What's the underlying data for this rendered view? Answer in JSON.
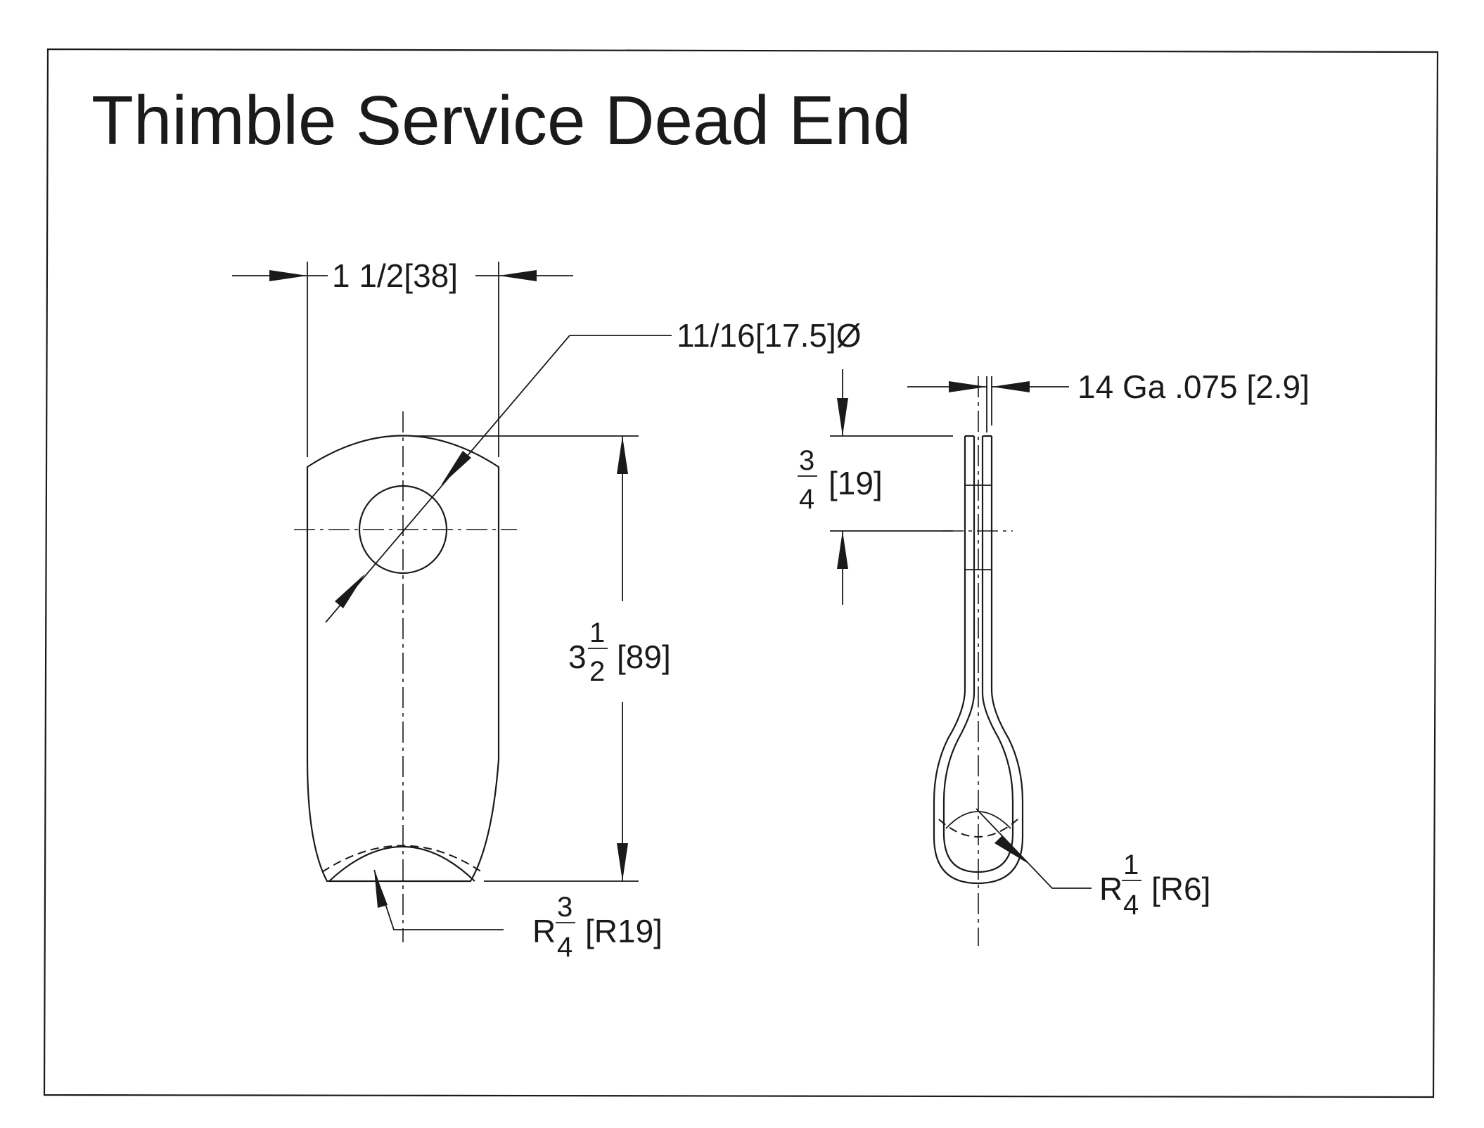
{
  "title": "Thimble Service Dead End",
  "dimensions": {
    "width": "1 1/2[38]",
    "hole_diameter": "11/16[17.5]Ø",
    "thickness": "14 Ga .075 [2.9]",
    "hole_offset": {
      "numerator": "3",
      "denominator": "4",
      "suffix": "[19]"
    },
    "length": {
      "whole": "3",
      "numerator": "1",
      "denominator": "2",
      "suffix": "[89]"
    },
    "end_radius": {
      "prefix": "R",
      "numerator": "3",
      "denominator": "4",
      "suffix": "[R19]"
    },
    "bend_radius": {
      "prefix": "R",
      "numerator": "1",
      "denominator": "4",
      "suffix": "[R6]"
    }
  },
  "colors": {
    "line": "#1a1a1a",
    "paper": "#ffffff"
  }
}
